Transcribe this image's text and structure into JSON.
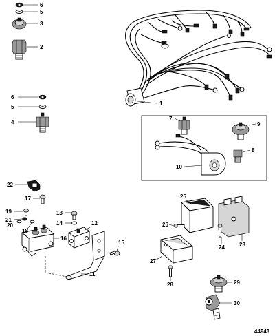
{
  "diagram_number": "44943",
  "callouts": [
    "1",
    "2",
    "3",
    "4",
    "5",
    "6",
    "7",
    "8",
    "9",
    "10",
    "11",
    "12",
    "13",
    "14",
    "15",
    "16",
    "17",
    "18",
    "19",
    "20",
    "21",
    "22",
    "23",
    "24",
    "25",
    "26",
    "27",
    "28",
    "29",
    "30"
  ]
}
